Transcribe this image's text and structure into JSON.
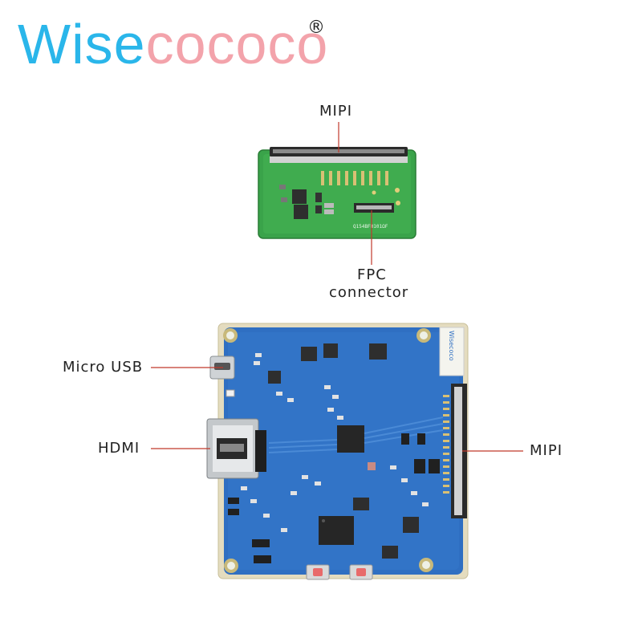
{
  "brand": {
    "logo_part1": "Wise",
    "logo_part2": "cococo",
    "registered_mark": "®",
    "color_primary": "#2ab6ea",
    "color_secondary": "#f3a3ab"
  },
  "callouts": {
    "adapter_mipi": "MIPI",
    "fpc_connector_line1": "FPC",
    "fpc_connector_line2": "connector",
    "micro_usb": "Micro USB",
    "hdmi": "HDMI",
    "board_mipi": "MIPI",
    "line_color": "#c0392b"
  },
  "silkscreen": {
    "adapter_part": "Q154BFH101ΩF",
    "board_id": "Wisecoco"
  },
  "boards": {
    "adapter_color": "#3aa34a",
    "main_color": "#2f6fc2"
  }
}
